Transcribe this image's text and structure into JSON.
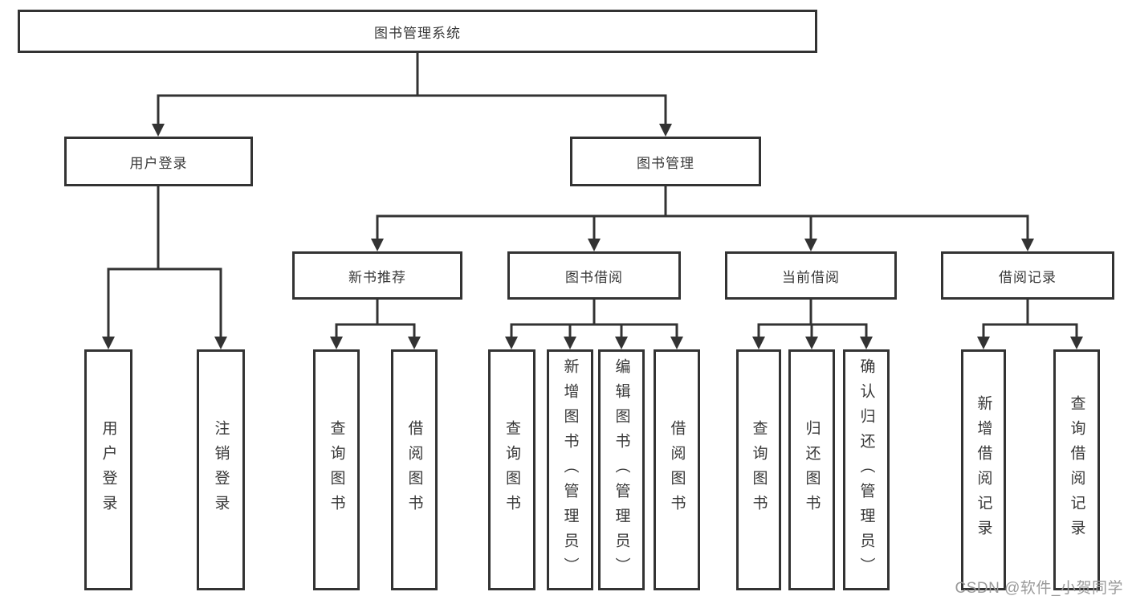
{
  "tree": {
    "root": "图书管理系统",
    "branches": [
      {
        "label": "用户登录",
        "children": [
          "用户登录",
          "注销登录"
        ]
      },
      {
        "label": "图书管理",
        "sections": [
          {
            "label": "新书推荐",
            "children": [
              "查询图书",
              "借阅图书"
            ]
          },
          {
            "label": "图书借阅",
            "children": [
              "查询图书",
              "新增图书（管理员）",
              "编辑图书（管理员）",
              "借阅图书"
            ]
          },
          {
            "label": "当前借阅",
            "children": [
              "查询图书",
              "归还图书",
              "确认归还（管理员）"
            ]
          },
          {
            "label": "借阅记录",
            "children": [
              "新增借阅记录",
              "查询借阅记录"
            ]
          }
        ]
      }
    ]
  },
  "watermark": {
    "text": "CSDN @软件_小贺同学"
  },
  "colors": {
    "line": "#333333",
    "box_border": "#333333",
    "text": "#383838",
    "watermark": "#9a9a9a",
    "background": "#ffffff"
  }
}
